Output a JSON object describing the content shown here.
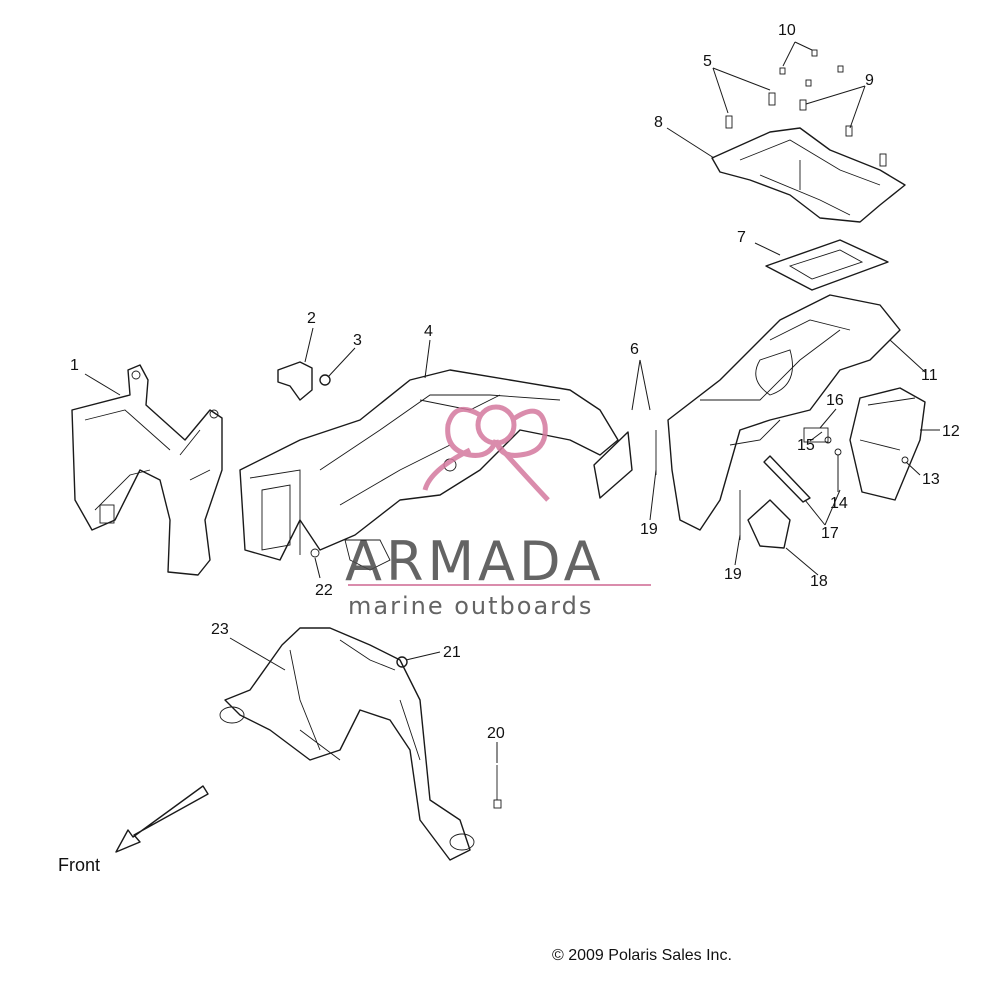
{
  "diagram": {
    "callouts": [
      "1",
      "2",
      "3",
      "4",
      "5",
      "6",
      "7",
      "8",
      "9",
      "10",
      "11",
      "12",
      "13",
      "14",
      "15",
      "16",
      "17",
      "18",
      "19",
      "19",
      "20",
      "21",
      "22",
      "23"
    ],
    "front_label": "Front",
    "copyright": "© 2009 Polaris Sales Inc."
  },
  "watermark": {
    "brand": "ARMADA",
    "tagline": "marine outboards",
    "accent_color": "#d4789e",
    "text_color": "#4a4a4a"
  }
}
